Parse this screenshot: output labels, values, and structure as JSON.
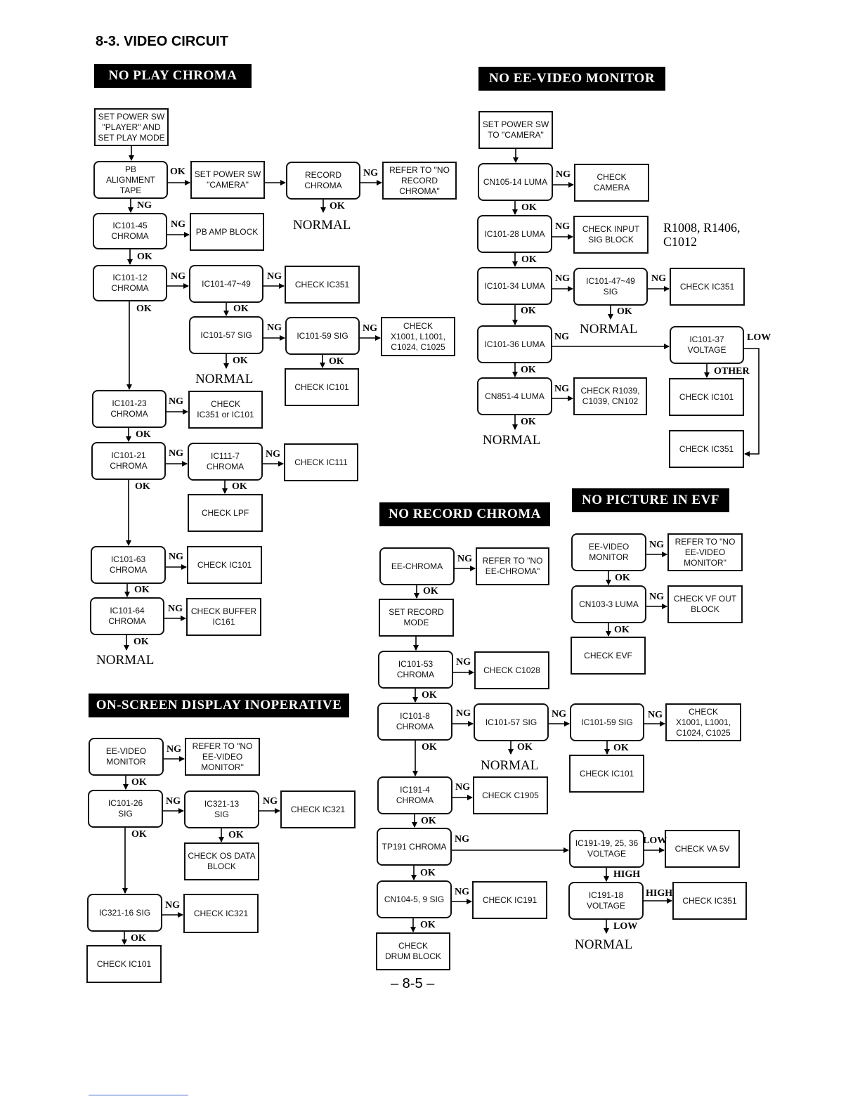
{
  "section_title": "8-3. VIDEO CIRCUIT",
  "page_number": "– 8-5 –",
  "note": "R1008, R1406,\nC1012",
  "flowcharts": {
    "no_play_chroma": {
      "header": "NO PLAY CHROMA",
      "boxes": {
        "start": "SET POWER SW\n\"PLAYER\" AND\nSET PLAY MODE",
        "pb_tape": "PB\nALIGNMENT\nTAPE",
        "set_camera": "SET POWER SW\n\"CAMERA\"",
        "record_chroma": "RECORD\nCHROMA",
        "refer_record": "REFER TO \"NO\nRECORD\nCHROMA\"",
        "ic101_45": "IC101-45\nCHROMA",
        "pb_amp": "PB AMP BLOCK",
        "ic101_12": "IC101-12\nCHROMA",
        "ic101_47_49": "IC101-47~49",
        "check_ic351": "CHECK IC351",
        "ic101_57": "IC101-57 SIG",
        "ic101_59": "IC101-59 SIG",
        "check_x1001": "CHECK\nX1001, L1001,\nC1024, C1025",
        "check_ic101_a": "CHECK IC101",
        "ic101_23": "IC101-23\nCHROMA",
        "check_ic351_or": "CHECK\nIC351 or IC101",
        "ic101_21": "IC101-21\nCHROMA",
        "ic111_7": "IC111-7\nCHROMA",
        "check_ic111": "CHECK IC111",
        "check_lpf": "CHECK LPF",
        "ic101_63": "IC101-63\nCHROMA",
        "check_ic101_b": "CHECK IC101",
        "ic101_64": "IC101-64\nCHROMA",
        "check_buffer": "CHECK BUFFER\nIC161"
      },
      "normals": [
        "NORMAL",
        "NORMAL",
        "NORMAL"
      ]
    },
    "no_ee_video_monitor": {
      "header": "NO EE-VIDEO MONITOR",
      "boxes": {
        "start": "SET POWER SW\nTO \"CAMERA\"",
        "cn105_14": "CN105-14 LUMA",
        "check_camera": "CHECK\nCAMERA",
        "ic101_28": "IC101-28 LUMA",
        "check_input": "CHECK INPUT\nSIG BLOCK",
        "ic101_34": "IC101-34 LUMA",
        "ic101_47_49": "IC101-47~49\nSIG",
        "check_ic351": "CHECK IC351",
        "ic101_36": "IC101-36 LUMA",
        "ic101_37": "IC101-37\nVOLTAGE",
        "cn851_4": "CN851-4 LUMA",
        "check_r1039": "CHECK R1039,\nC1039, CN102",
        "check_ic101": "CHECK IC101",
        "check_ic351_b": "CHECK IC351"
      },
      "normals": [
        "NORMAL",
        "NORMAL"
      ]
    },
    "no_picture_in_evf": {
      "header": "NO PICTURE IN EVF",
      "boxes": {
        "ee_video": "EE-VIDEO\nMONITOR",
        "refer_ee": "REFER TO \"NO\nEE-VIDEO\nMONITOR\"",
        "cn103_3": "CN103-3 LUMA",
        "check_vf": "CHECK VF OUT\nBLOCK",
        "check_evf": "CHECK EVF"
      }
    },
    "no_record_chroma": {
      "header": "NO RECORD CHROMA",
      "boxes": {
        "ee_chroma": "EE-CHROMA",
        "refer_ee_chroma": "REFER TO \"NO\nEE-CHROMA\"",
        "set_record": "SET RECORD\nMODE",
        "ic101_53": "IC101-53\nCHROMA",
        "check_c1028": "CHECK C1028",
        "ic101_8": "IC101-8\nCHROMA",
        "ic101_57": "IC101-57 SIG",
        "ic101_59": "IC101-59 SIG",
        "check_x1001": "CHECK\nX1001, L1001,\nC1024, C1025",
        "check_ic101": "CHECK IC101",
        "ic191_4": "IC191-4\nCHROMA",
        "check_c1905": "CHECK C1905",
        "tp191": "TP191 CHROMA",
        "ic191_19": "IC191-19, 25, 36\nVOLTAGE",
        "check_va": "CHECK VA 5V",
        "cn104": "CN104-5, 9 SIG",
        "check_ic191": "CHECK IC191",
        "ic191_18": "IC191-18\nVOLTAGE",
        "check_ic351": "CHECK IC351",
        "check_drum": "CHECK\nDRUM BLOCK"
      },
      "normals": [
        "NORMAL",
        "NORMAL"
      ]
    },
    "osd_inoperative": {
      "header": "ON-SCREEN DISPLAY INOPERATIVE",
      "boxes": {
        "ee_video": "EE-VIDEO\nMONITOR",
        "refer_ee": "REFER TO \"NO\nEE-VIDEO\nMONITOR\"",
        "ic101_26": "IC101-26\nSIG",
        "ic321_13": "IC321-13\nSIG",
        "check_ic321": "CHECK IC321",
        "check_os": "CHECK OS DATA\nBLOCK",
        "ic321_16": "IC321-16 SIG",
        "check_ic321_b": "CHECK IC321",
        "check_ic101": "CHECK IC101"
      }
    }
  },
  "branch_labels": {
    "ok": "OK",
    "ng": "NG",
    "low": "LOW",
    "high": "HIGH",
    "other": "OTHER"
  }
}
